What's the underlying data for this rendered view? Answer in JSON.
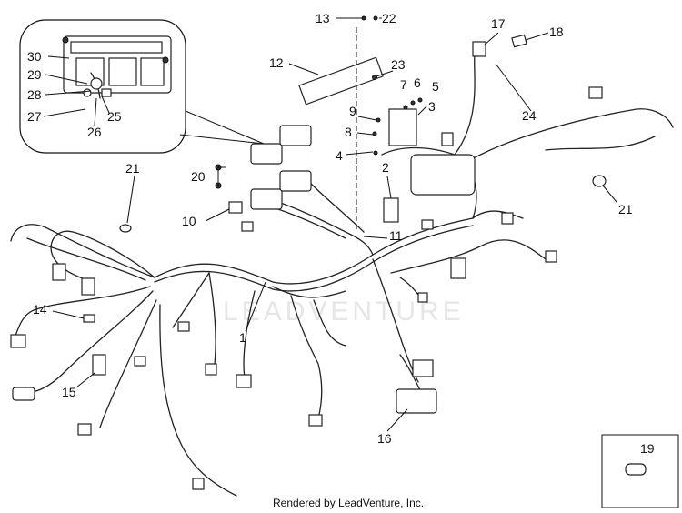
{
  "watermark": "LEADVENTURE",
  "credit": "Rendered by LeadVenture, Inc.",
  "callouts": {
    "c1": "1",
    "c2": "2",
    "c3": "3",
    "c4": "4",
    "c5": "5",
    "c6": "6",
    "c7": "7",
    "c8": "8",
    "c9": "9",
    "c10": "10",
    "c11": "11",
    "c13": "13",
    "c14": "14",
    "c15": "15",
    "c16": "16",
    "c17": "17",
    "c18": "18",
    "c19": "19",
    "c20": "20",
    "c21a": "21",
    "c21b": "21",
    "c22": "22",
    "c23": "23",
    "c24": "24",
    "c25": "25",
    "c26": "26",
    "c27": "27",
    "c28": "28",
    "c29": "29",
    "c30": "30",
    "c12": "12"
  }
}
